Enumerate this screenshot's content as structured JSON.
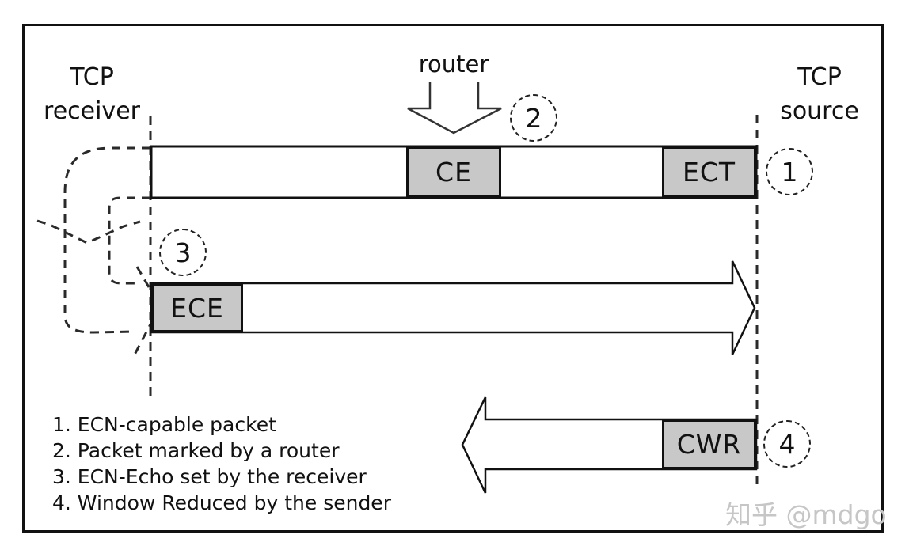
{
  "endpoints": {
    "receiver_line1": "TCP",
    "receiver_line2": "receiver",
    "source_line1": "TCP",
    "source_line2": "source"
  },
  "router_label": "router",
  "packets": {
    "ce": "CE",
    "ect": "ECT",
    "ece": "ECE",
    "cwr": "CWR"
  },
  "markers": {
    "m1": "1",
    "m2": "2",
    "m3": "3",
    "m4": "4"
  },
  "legend": {
    "items": [
      "1. ECN-capable packet",
      "2. Packet marked by a router",
      "3. ECN-Echo set by the receiver",
      "4. Window Reduced by the sender"
    ]
  },
  "watermark": "知乎 @mdgo",
  "colors": {
    "packet_fill": "#c8c8c8",
    "line": "#111111",
    "dashed_line": "#2a2a2a",
    "watermark": "#c6c6c6"
  }
}
